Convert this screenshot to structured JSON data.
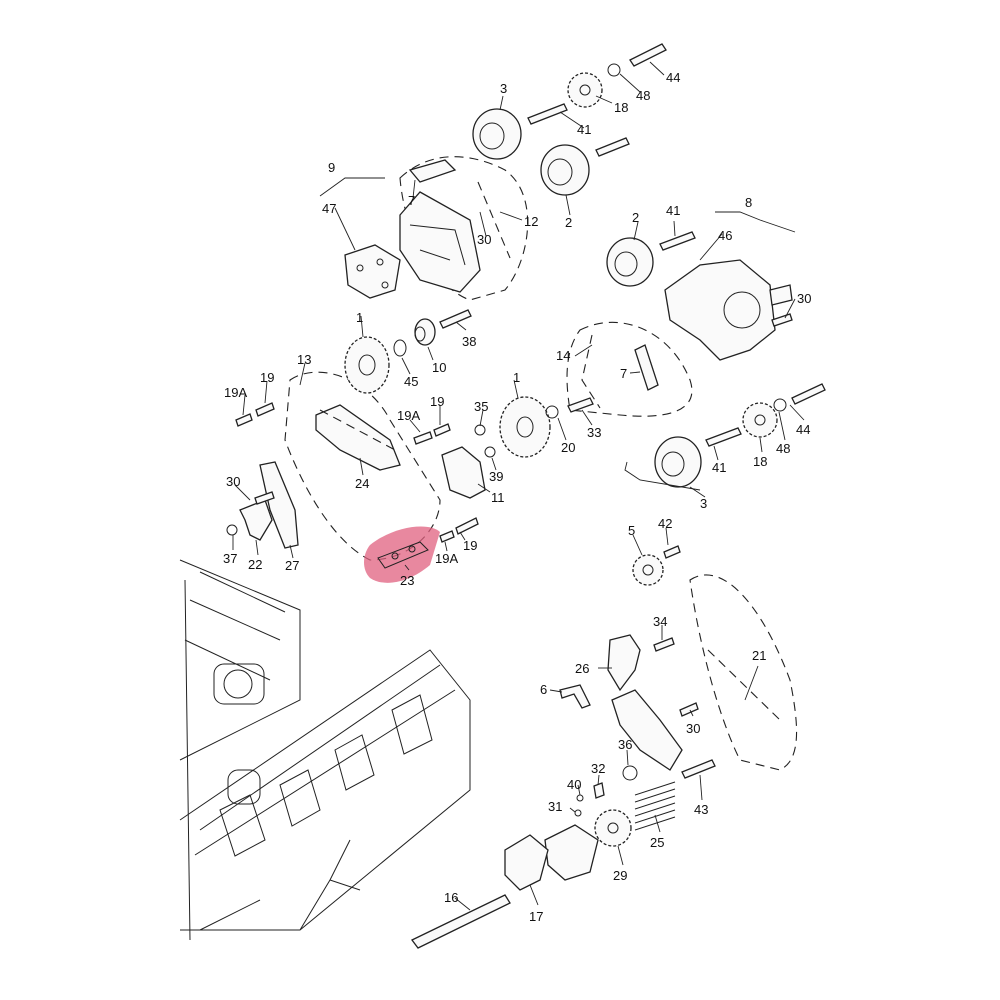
{
  "highlight_color": "#e0607f",
  "labels": {
    "l3": "3",
    "l44a": "44",
    "l48a": "48",
    "l18a": "18",
    "l41a": "41",
    "l2a": "2",
    "l9": "9",
    "l47": "47",
    "l7a": "7",
    "l30a": "30",
    "l12": "12",
    "l2b": "2",
    "l41b": "41",
    "l8": "8",
    "l46": "46",
    "l30b": "30",
    "l1a": "1",
    "l38": "38",
    "l10": "10",
    "l45": "45",
    "l14": "14",
    "l7b": "7",
    "l13": "13",
    "l19A_a": "19A",
    "l19a": "19",
    "l19b": "19",
    "l19A_b": "19A",
    "l35": "35",
    "l1b": "1",
    "l20": "20",
    "l33": "33",
    "l24": "24",
    "l39": "39",
    "l11": "11",
    "l44b": "44",
    "l48b": "48",
    "l18b": "18",
    "l41c": "41",
    "l3b": "3",
    "l30c": "30",
    "l37": "37",
    "l22": "22",
    "l27": "27",
    "l19c": "19",
    "l19A_c": "19A",
    "l23": "23",
    "l5": "5",
    "l42": "42",
    "l34": "34",
    "l21": "21",
    "l26": "26",
    "l6": "6",
    "l30d": "30",
    "l36": "36",
    "l40": "40",
    "l32": "32",
    "l31": "31",
    "l43": "43",
    "l25": "25",
    "l29": "29",
    "l16": "16",
    "l17": "17"
  },
  "icons": {
    "highlighted_part": "chain-tensioner-23-icon"
  }
}
